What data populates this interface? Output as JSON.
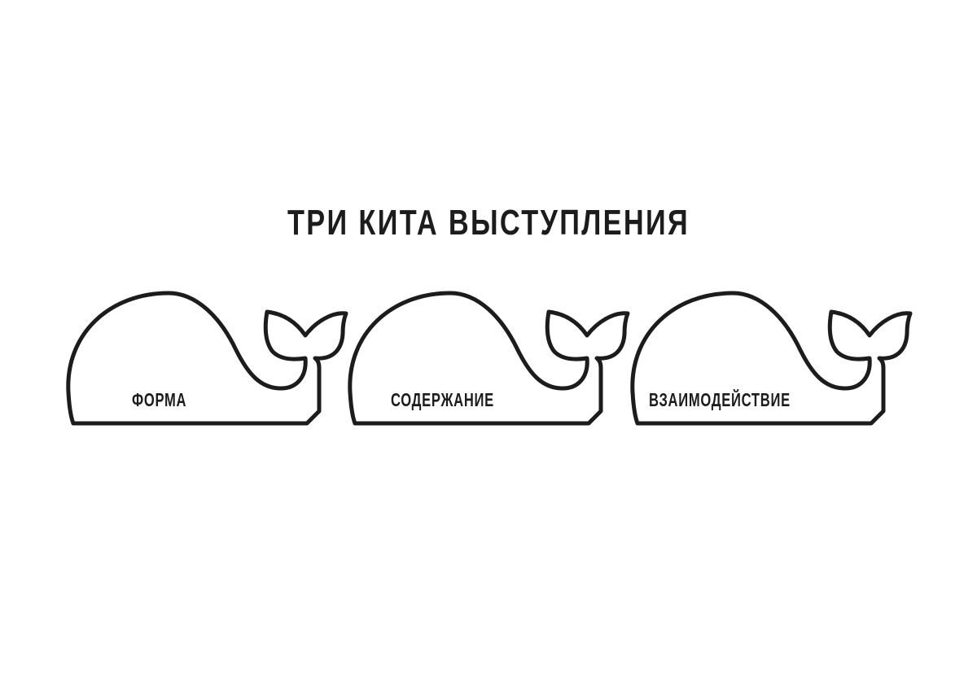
{
  "title": "ТРИ КИТА ВЫСТУПЛЕНИЯ",
  "whales": [
    {
      "label": "ФОРМА"
    },
    {
      "label": "СОДЕРЖАНИЕ"
    },
    {
      "label": "ВЗАИМОДЕЙСТВИЕ"
    }
  ],
  "colors": {
    "stroke": "#1c1c1c",
    "background": "#ffffff",
    "text": "#1c1c1c"
  }
}
